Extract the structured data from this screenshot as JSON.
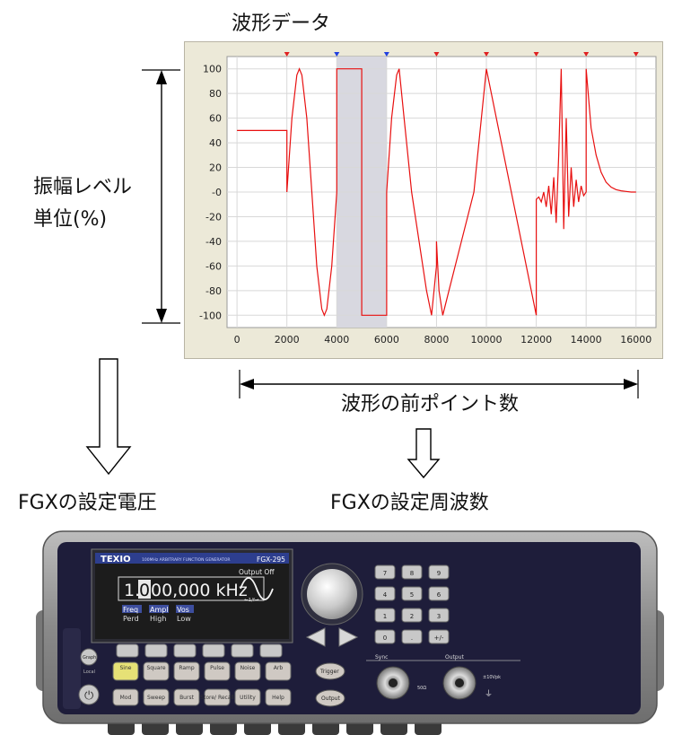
{
  "chart_title": "波形データ",
  "y_axis_label_line1": "振幅レベル",
  "y_axis_label_line2": "単位(%)",
  "x_span_label": "波形の前ポイント数",
  "arrow_left_label": "FGXの設定電圧",
  "arrow_right_label": "FGXの設定周波数",
  "chart_data": {
    "type": "line",
    "title": "",
    "xlabel": "",
    "ylabel": "",
    "xlim": [
      -400,
      16800
    ],
    "ylim": [
      -110,
      110
    ],
    "x_ticks": [
      0,
      2000,
      4000,
      6000,
      8000,
      10000,
      12000,
      14000,
      16000
    ],
    "y_ticks": [
      100,
      80,
      60,
      40,
      20,
      0,
      -20,
      -40,
      -60,
      -80,
      -100
    ],
    "y_tick_labels": [
      "100",
      "80",
      "60",
      "40",
      "20",
      "-0",
      "-20",
      "-40",
      "-60",
      "-80",
      "-100"
    ],
    "marker_positions": [
      2000,
      4000,
      6000,
      8000,
      10000,
      12000,
      14000,
      16000
    ],
    "marker_colors": [
      "#e02020",
      "#2040e0",
      "#2040e0",
      "#e02020",
      "#e02020",
      "#e02020",
      "#e02020",
      "#e02020"
    ],
    "highlight_region": [
      4000,
      6000
    ],
    "grid": true,
    "series": [
      {
        "color": "#e81010",
        "x": [
          0,
          2000,
          2000,
          2200,
          2400,
          2500,
          2600,
          2800,
          3000,
          3200,
          3400,
          3500,
          3600,
          3800,
          4000,
          4000,
          5000,
          5000,
          6000,
          6000,
          6200,
          6400,
          6500,
          6700,
          7000,
          7300,
          7600,
          7800,
          8000,
          8000,
          8100,
          8250,
          8500,
          9000,
          9500,
          10000,
          10500,
          11000,
          11500,
          12000,
          12000,
          12100,
          12200,
          12300,
          12400,
          12500,
          12600,
          12700,
          12800,
          12900,
          13000,
          13100,
          13200,
          13300,
          13400,
          13500,
          13600,
          13700,
          13800,
          13900,
          14000,
          14000,
          14200,
          14400,
          14600,
          14800,
          15000,
          15200,
          15400,
          15600,
          15800,
          16000
        ],
        "y": [
          50,
          50,
          0,
          60,
          95,
          100,
          95,
          60,
          0,
          -60,
          -95,
          -100,
          -95,
          -60,
          0,
          100,
          100,
          -100,
          -100,
          0,
          60,
          95,
          100,
          60,
          0,
          -40,
          -80,
          -100,
          -60,
          -40,
          -80,
          -100,
          -80,
          -40,
          0,
          100,
          50,
          0,
          -50,
          -100,
          -6,
          -4,
          -8,
          0,
          -12,
          5,
          -18,
          12,
          -25,
          30,
          100,
          -30,
          60,
          -20,
          20,
          -12,
          10,
          -8,
          5,
          -3,
          0,
          100,
          52,
          30,
          16,
          8,
          4,
          2,
          1,
          0.5,
          0,
          0
        ]
      }
    ]
  },
  "device": {
    "brand": "TEXIO",
    "subtitle": "100MHz ARBITRARY FUNCTION GENERATOR",
    "model": "FGX-295",
    "status": "Output Off",
    "value_prefix": "1.",
    "value_cursor": "0",
    "value_rest": "00,000 kHz",
    "wave_annotation": "←1/f→",
    "softkey_row1": [
      "Freq",
      "Ampl",
      "Vos"
    ],
    "softkey_row2": [
      "Perd",
      "High",
      "Low"
    ],
    "left_buttons": [
      "Graph",
      "Local"
    ],
    "function_keys": [
      "Sine",
      "Square",
      "Ramp",
      "Pulse",
      "Noise",
      "Arb"
    ],
    "mode_keys": [
      "Mod",
      "Sweep",
      "Burst",
      "Store/ Recall",
      "Utility",
      "Help"
    ],
    "numpad": [
      "7",
      "8",
      "9",
      "4",
      "5",
      "6",
      "1",
      "2",
      "3",
      "0",
      ".",
      "+/-"
    ],
    "side_buttons": [
      "Trigger",
      "Output"
    ],
    "connector_labels": [
      "Sync",
      "Output"
    ],
    "ohm_label": "50Ω",
    "volt_label": "±10Vpk",
    "colors": {
      "body": "#8d8d8d",
      "panel": "#1e1d3a",
      "lcd": "#1c1c1c",
      "lcd_text": "#f2f2f2",
      "title_bar": "#2d3e8e",
      "func_key": "#cfc9c3",
      "sine_key": "#e6e176"
    }
  }
}
